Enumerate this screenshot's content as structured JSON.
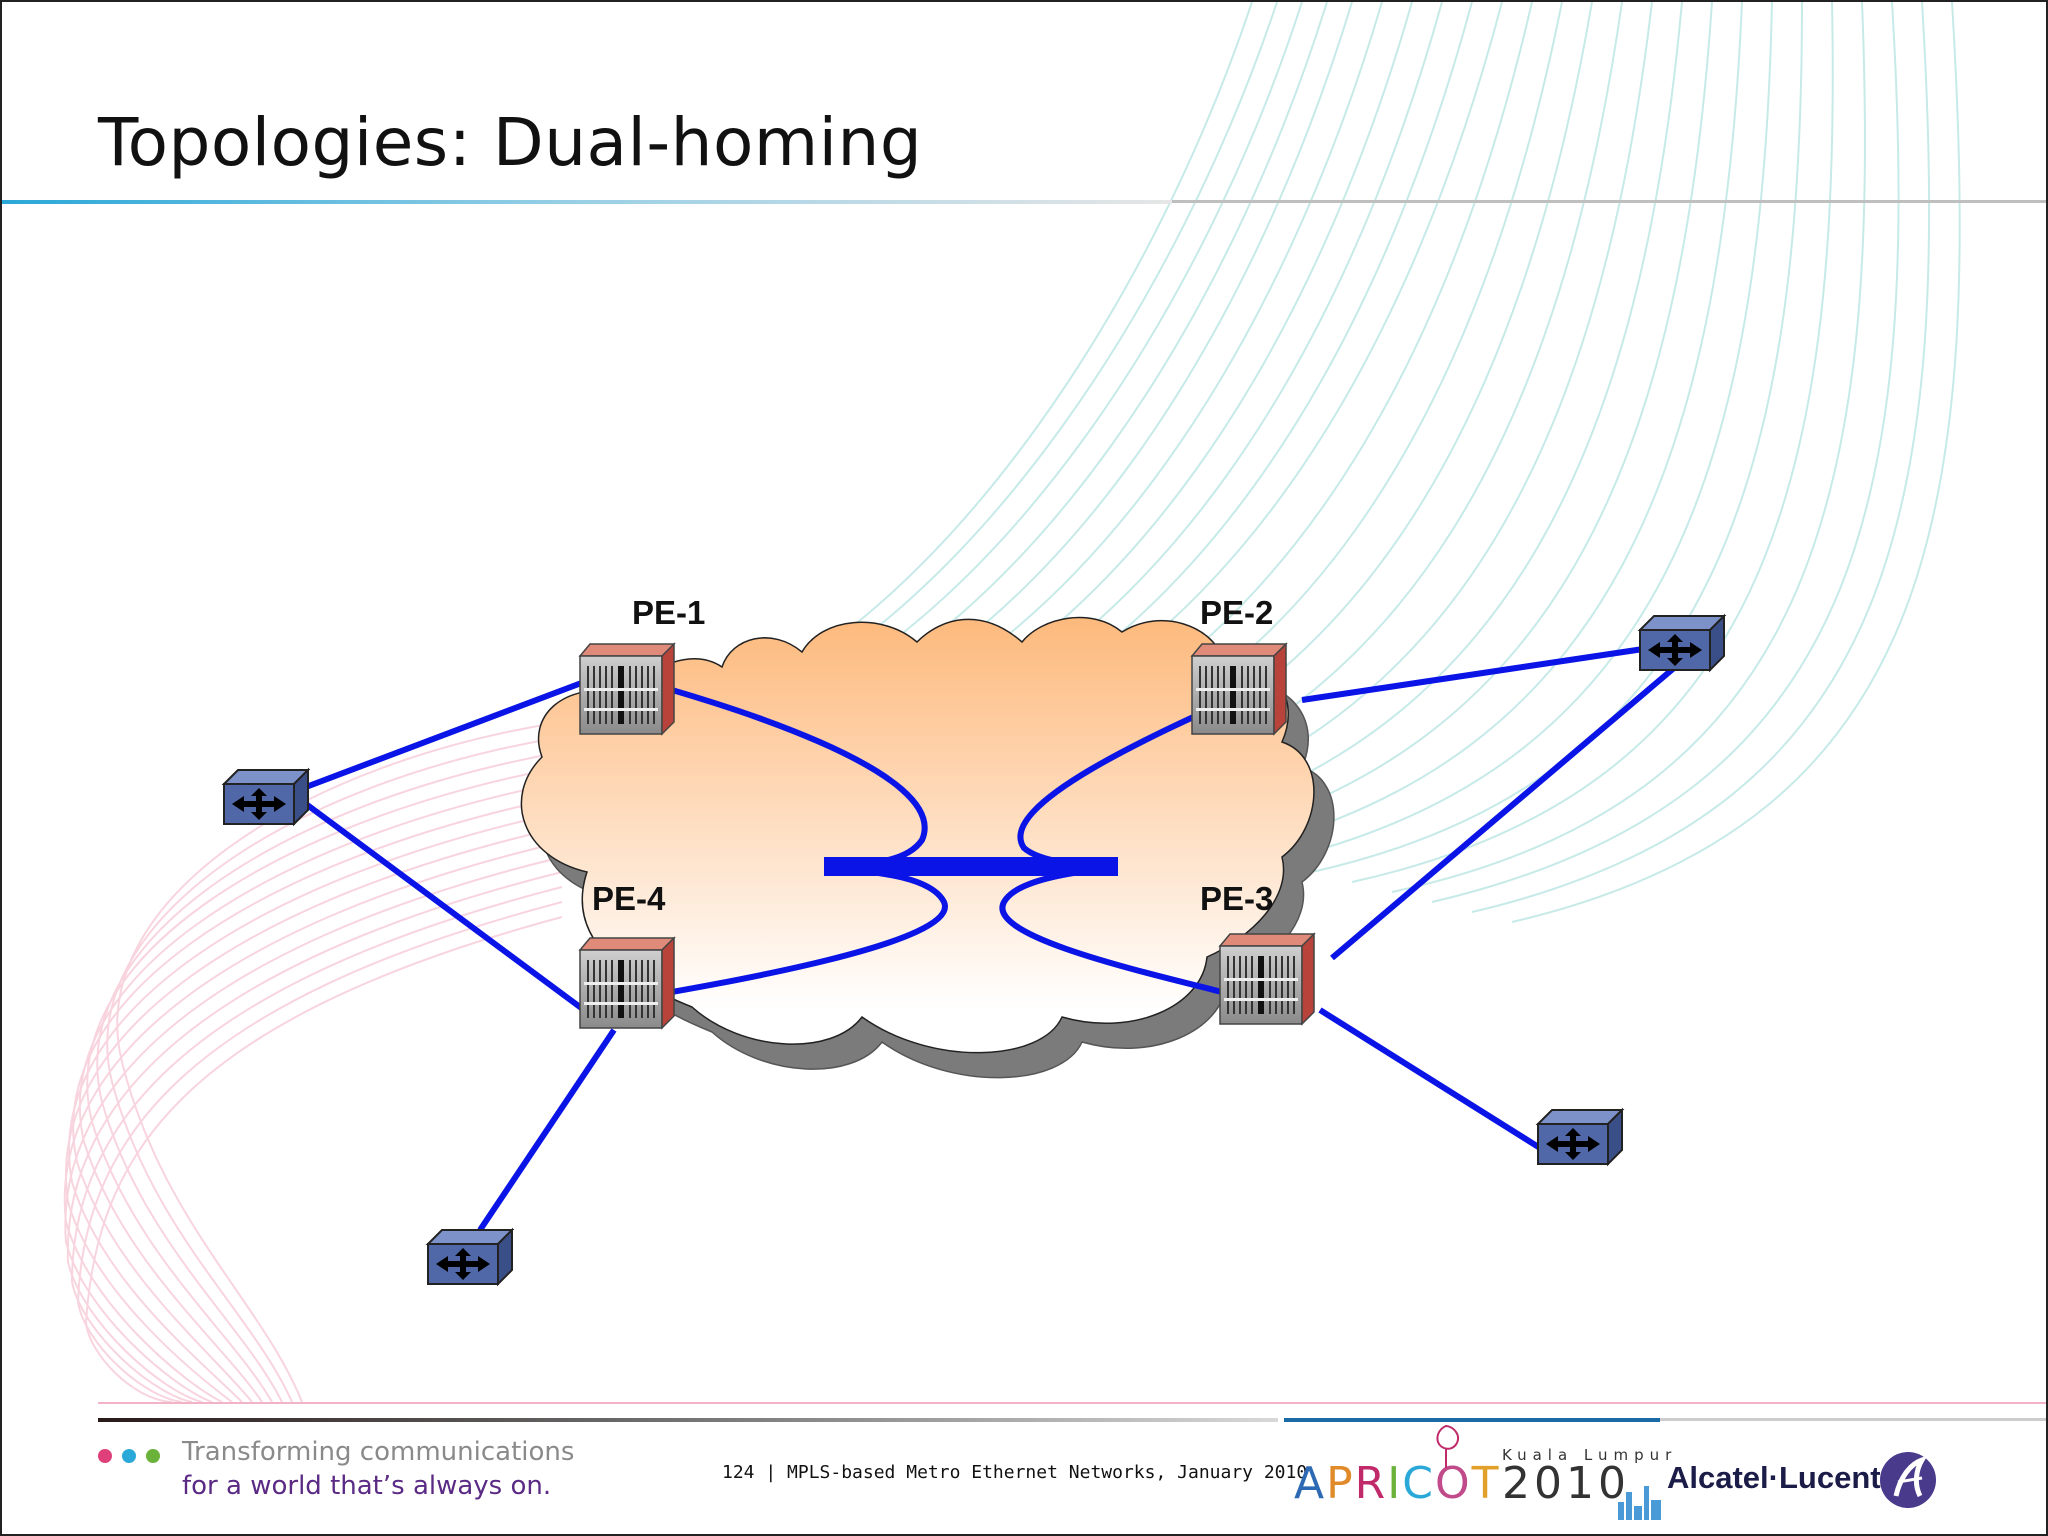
{
  "slide": {
    "title": "Topologies: Dual-homing"
  },
  "diagram": {
    "pe_nodes": [
      {
        "id": "pe1",
        "label": "PE-1"
      },
      {
        "id": "pe2",
        "label": "PE-2"
      },
      {
        "id": "pe3",
        "label": "PE-3"
      },
      {
        "id": "pe4",
        "label": "PE-4"
      }
    ],
    "ce_devices": [
      "ce-left",
      "ce-right-top",
      "ce-right-bottom",
      "ce-bottom-left"
    ],
    "colors": {
      "link": "#0a14e6",
      "cloud_top": "#fdb97c",
      "cloud_bottom": "#ffffff",
      "switch_fill": "#5068a8",
      "router_red": "#b8433a"
    }
  },
  "footer": {
    "tagline_line1": "Transforming communications",
    "tagline_line2": "for a world that’s always on.",
    "slide_info": "124 | MPLS-based Metro Ethernet Networks, January 2010",
    "apricot_city": "Kuala Lumpur",
    "apricot_name": "APRICOT",
    "apricot_year": "2010",
    "company": "Alcatel·Lucent",
    "dot_colors": [
      "#e0407a",
      "#2aa8d8",
      "#6ab23a"
    ]
  }
}
